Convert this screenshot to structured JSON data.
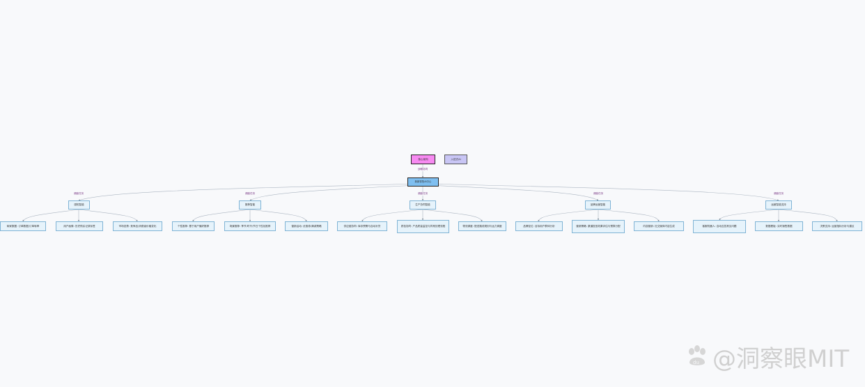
{
  "nodes": {
    "top_left": "核心架构",
    "top_right": "入驻式AI",
    "hub": "新新零售AI中心",
    "m1": "感知智能",
    "m2": "推荐智能",
    "m3": "生产协同智能",
    "m4": "品牌运营智能",
    "m5": "运营智能支持",
    "leaves": [
      "商家数据: 订单数据/订单转率",
      "用户画像: 历史购买记录标签",
      "市场态势: 竞争品/消费者价格变化",
      "个性推荐: 基于用户偏好推荐",
      "场景推荐: 季节/时令/节日个性化推荐",
      "营销活动: 优惠券/满减策略",
      "供应链协同: 库存预警与自动补货",
      "质检协同: 产品质量监控与异常处理流程",
      "物流调度: 配送路线规划与运力调度",
      "品牌定位: 目标用户群体分析",
      "营销策略: 渠道投放效果评估与预算分配",
      "内容营销: 社交媒体内容生成",
      "客服机器人: 自动应答常见问题",
      "数据看板: 实时销售数据",
      "决策支持: 运营指标分析与建议"
    ]
  },
  "edge_labels": {
    "top_to_hub": "战略协同",
    "hub_to_m1": "调度任务",
    "hub_to_m2": "调度任务",
    "hub_to_m3": "调度任务",
    "hub_to_m4": "调度任务",
    "hub_to_m5": "调度任务"
  },
  "colors": {
    "leaf_fill": "#e6f3fb",
    "leaf_border": "#7fb3d5",
    "hub_fill": "#7fbff0",
    "top_left_fill": "#f78af1",
    "top_right_fill": "#c9c6f5",
    "edge": "#aab4c0",
    "edge_label": "#7a3a86"
  },
  "watermark": {
    "icon": "paw-logo",
    "text": "@洞察眼MIT"
  }
}
